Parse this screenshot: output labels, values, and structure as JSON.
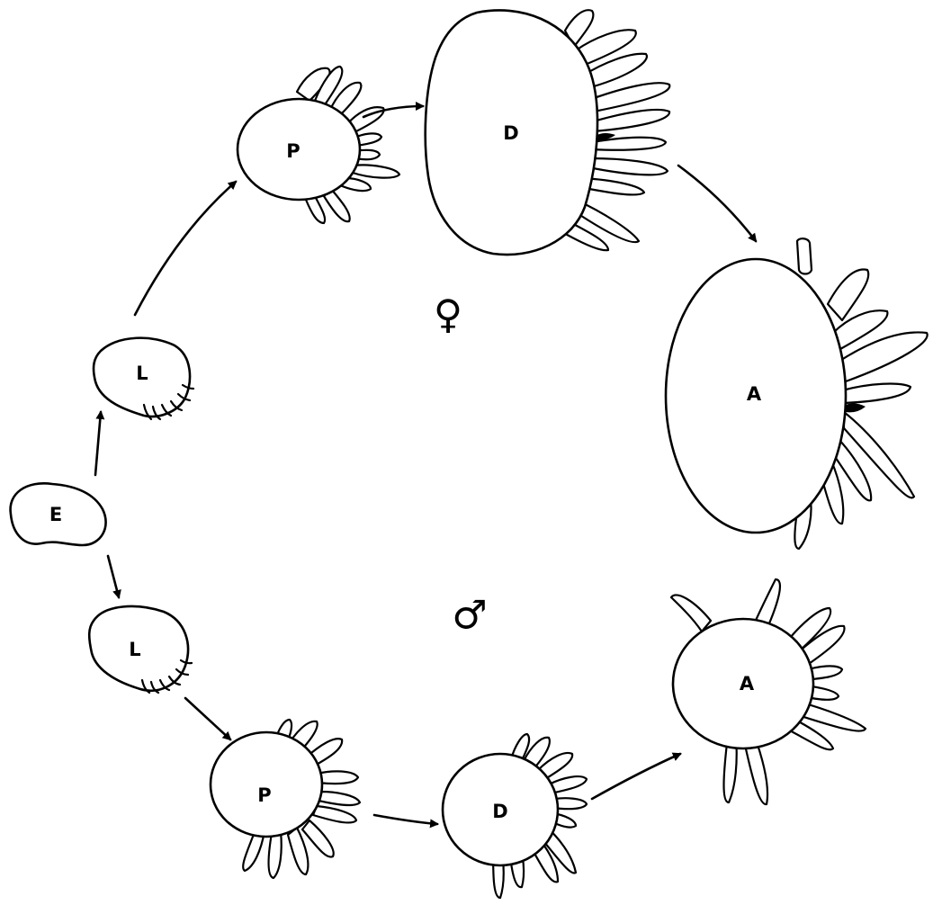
{
  "stages": {
    "egg": "E",
    "larva_female": "L",
    "larva_male": "L",
    "protonymph_female": "P",
    "protonymph_male": "P",
    "deutonymph_female": "D",
    "deutonymph_male": "D",
    "adult_female": "A",
    "adult_male": "A"
  },
  "symbols": {
    "female": "♀",
    "male": "♂"
  },
  "colors": {
    "ink": "#000000",
    "paper": "#ffffff"
  }
}
